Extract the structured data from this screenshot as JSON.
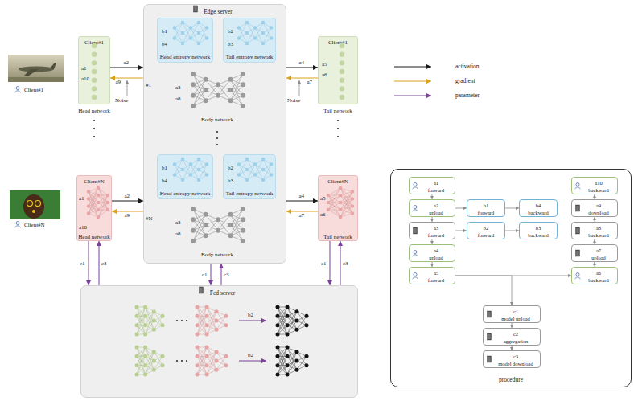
{
  "diagram": {
    "nodes": [
      {
        "text": [
          "Client#1",
          "a1",
          "a10",
          "Head network"
        ]
      },
      {
        "text": [
          "Edge server"
        ]
      },
      {
        "text": [
          "b1",
          "b4",
          "Head entropy network"
        ],
        "in": 1
      },
      {
        "text": [
          "b2",
          "b3",
          "Tail entropy network"
        ],
        "in": 1
      },
      {
        "text": [
          "a3",
          "a8",
          "Body network"
        ],
        "in": 1
      },
      {
        "text": [
          "b1",
          "b4",
          "Head entropy network"
        ],
        "in": 1
      },
      {
        "text": [
          "b2",
          "b3",
          "Tail entropy network"
        ],
        "in": 1
      },
      {
        "text": [
          "a3",
          "a8",
          "Body network"
        ],
        "in": 1
      },
      {
        "text": [
          "Client#1",
          "a5",
          "a6",
          "Tail network"
        ]
      },
      {
        "text": [
          "Client#N",
          "a1",
          "a10",
          "Head network"
        ]
      },
      {
        "text": [
          "Client#N",
          "a5",
          "a6",
          "Tail network"
        ]
      },
      {
        "text": [
          "Fed server"
        ]
      },
      {
        "text": [
          "procedure"
        ]
      },
      {
        "text": [
          "a1",
          "forward"
        ],
        "in": 12
      },
      {
        "text": [
          "a2",
          "upload"
        ],
        "in": 12
      },
      {
        "text": [
          "a3",
          "forward"
        ],
        "in": 12
      },
      {
        "text": [
          "a4",
          "upload"
        ],
        "in": 12
      },
      {
        "text": [
          "a5",
          "forward"
        ],
        "in": 12
      },
      {
        "text": [
          "b1",
          "forward"
        ],
        "in": 12
      },
      {
        "text": [
          "b4",
          "backward"
        ],
        "in": 12
      },
      {
        "text": [
          "b2",
          "forward"
        ],
        "in": 12
      },
      {
        "text": [
          "b3",
          "backward"
        ],
        "in": 12
      },
      {
        "text": [
          "a10",
          "backward"
        ],
        "in": 12
      },
      {
        "text": [
          "a9",
          "download"
        ],
        "in": 12
      },
      {
        "text": [
          "a8",
          "backward"
        ],
        "in": 12
      },
      {
        "text": [
          "a7",
          "upload"
        ],
        "in": 12
      },
      {
        "text": [
          "a6",
          "backward"
        ],
        "in": 12
      },
      {
        "text": [
          "c1",
          "model upload"
        ],
        "in": 12
      },
      {
        "text": [
          "c2",
          "aggregation"
        ],
        "in": 12
      },
      {
        "text": [
          "c3",
          "model download"
        ],
        "in": 12
      }
    ],
    "edges": [
      {
        "from": 0,
        "to": 1,
        "label": "a2",
        "arrow": "to"
      },
      {
        "from": 1,
        "to": 0,
        "label": "a9",
        "arrow": "to"
      },
      {
        "from": 1,
        "to": 8,
        "label": "a4",
        "arrow": "to"
      },
      {
        "from": 8,
        "to": 1,
        "label": "a7",
        "arrow": "to"
      },
      {
        "from": 9,
        "to": 1,
        "label": "a2",
        "arrow": "to"
      },
      {
        "from": 1,
        "to": 9,
        "label": "a9",
        "arrow": "to"
      },
      {
        "from": 1,
        "to": 10,
        "label": "a4",
        "arrow": "to"
      },
      {
        "from": 10,
        "to": 1,
        "label": "a7",
        "arrow": "to"
      },
      {
        "from": 9,
        "to": 11,
        "label": "c1",
        "arrow": "to"
      },
      {
        "from": 11,
        "to": 9,
        "label": "c3",
        "arrow": "to"
      },
      {
        "from": 1,
        "to": 11,
        "label": "c1",
        "arrow": "to"
      },
      {
        "from": 11,
        "to": 1,
        "label": "c3",
        "arrow": "to"
      },
      {
        "from": 10,
        "to": 11,
        "label": "c1",
        "arrow": "to"
      },
      {
        "from": 11,
        "to": 10,
        "label": "c3",
        "arrow": "to"
      },
      {
        "from": 13,
        "to": 14,
        "arrow": "to"
      },
      {
        "from": 14,
        "to": 15,
        "arrow": "to"
      },
      {
        "from": 15,
        "to": 16,
        "arrow": "to"
      },
      {
        "from": 16,
        "to": 17,
        "arrow": "to"
      },
      {
        "from": 14,
        "to": 18,
        "arrow": "to"
      },
      {
        "from": 18,
        "to": 19,
        "arrow": "to"
      },
      {
        "from": 15,
        "to": 20,
        "arrow": "to"
      },
      {
        "from": 20,
        "to": 21,
        "arrow": "to"
      },
      {
        "from": 17,
        "to": 26,
        "arrow": "to"
      },
      {
        "from": 26,
        "to": 25,
        "arrow": "to"
      },
      {
        "from": 25,
        "to": 24,
        "arrow": "to"
      },
      {
        "from": 24,
        "to": 23,
        "arrow": "to"
      },
      {
        "from": 23,
        "to": 22,
        "arrow": "to"
      },
      {
        "from": 17,
        "to": 27,
        "arrow": "to"
      },
      {
        "from": 27,
        "to": 28,
        "arrow": "to"
      },
      {
        "from": 28,
        "to": 29,
        "arrow": "to"
      }
    ],
    "labels": [
      "Client#1",
      "Client#N",
      "Noise",
      "Noise",
      "#1",
      "#N",
      "b2",
      "b2"
    ],
    "legend": [
      {
        "text": "activation"
      },
      {
        "text": "gradient"
      },
      {
        "text": "parameter"
      }
    ]
  }
}
